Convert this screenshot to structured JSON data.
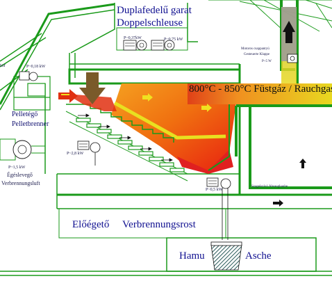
{
  "labels": {
    "hopper_hu": "Duplafedelű garat",
    "hopper_de": "Doppelschleuse",
    "fan_top1": "P~0,37kW",
    "fan_top2": "P~0,75 kW",
    "motor_left": "tor",
    "fan_left": "P~0,18 kW",
    "burner_hu": "Pelletégő",
    "burner_de": "Pelletbrenner",
    "grate_drive": "P~2,8 kW",
    "air_fan": "P~1,5 kW",
    "air_hu": "Égéslevegő",
    "air_de": "Verbrennungsluft",
    "flap_hu": "Motoros csappantyú",
    "flap_de": "Gesteuerte Klappe",
    "flap_power": "P~5 W",
    "fluegas": "800°C - 850°C Füstgáz / Rauchgas",
    "ash_fan": "P~0,5 kW",
    "suction": "Szagelszívó Absaughaube",
    "grate_hu": "Előégető",
    "grate_de": "Verbrennungsrost",
    "ash_hu": "Hamu",
    "ash_de": "Asche"
  },
  "colors": {
    "structure": "#1a9a1a",
    "fire_red": "#e02010",
    "fire_orange": "#f07a10",
    "duct_yellow": "#e8e020",
    "arrow_brown": "#7a5a2a",
    "ash_bin": "#3a6a6a",
    "text_blue": "#101090"
  }
}
